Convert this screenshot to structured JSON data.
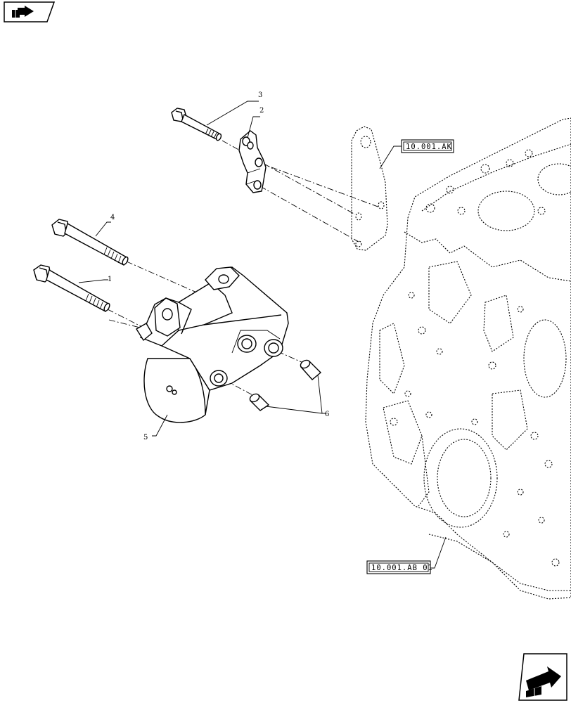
{
  "nav": {
    "prev_icon": "arrow-back-icon",
    "next_icon": "arrow-forward-icon"
  },
  "callouts": {
    "part1": "1",
    "part2": "2",
    "part3": "3",
    "part4": "4",
    "part5": "5",
    "part6": "6"
  },
  "references": {
    "ref_ak": "10.001.AK",
    "ref_ab": "10.001.AB 01"
  }
}
